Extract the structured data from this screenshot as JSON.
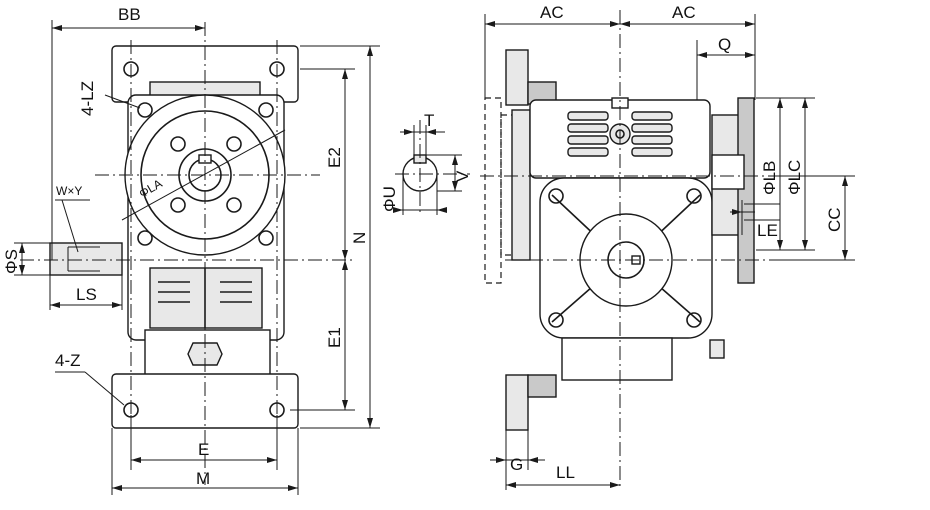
{
  "labels": {
    "bb": "BB",
    "lz": "4-LZ",
    "wxy": "W×Y",
    "phi_s": "ΦS",
    "ls": "LS",
    "z": "4-Z",
    "e": "E",
    "m": "M",
    "e2": "E2",
    "n": "N",
    "e1": "E1",
    "phi_la": "ΦLA",
    "t": "T",
    "v": "V",
    "phi_u": "ΦU",
    "ac_left": "AC",
    "ac_right": "AC",
    "q": "Q",
    "phi_lb": "ΦLB",
    "phi_lc": "ΦLC",
    "cc": "CC",
    "le": "LE",
    "g": "G",
    "ll": "LL"
  }
}
